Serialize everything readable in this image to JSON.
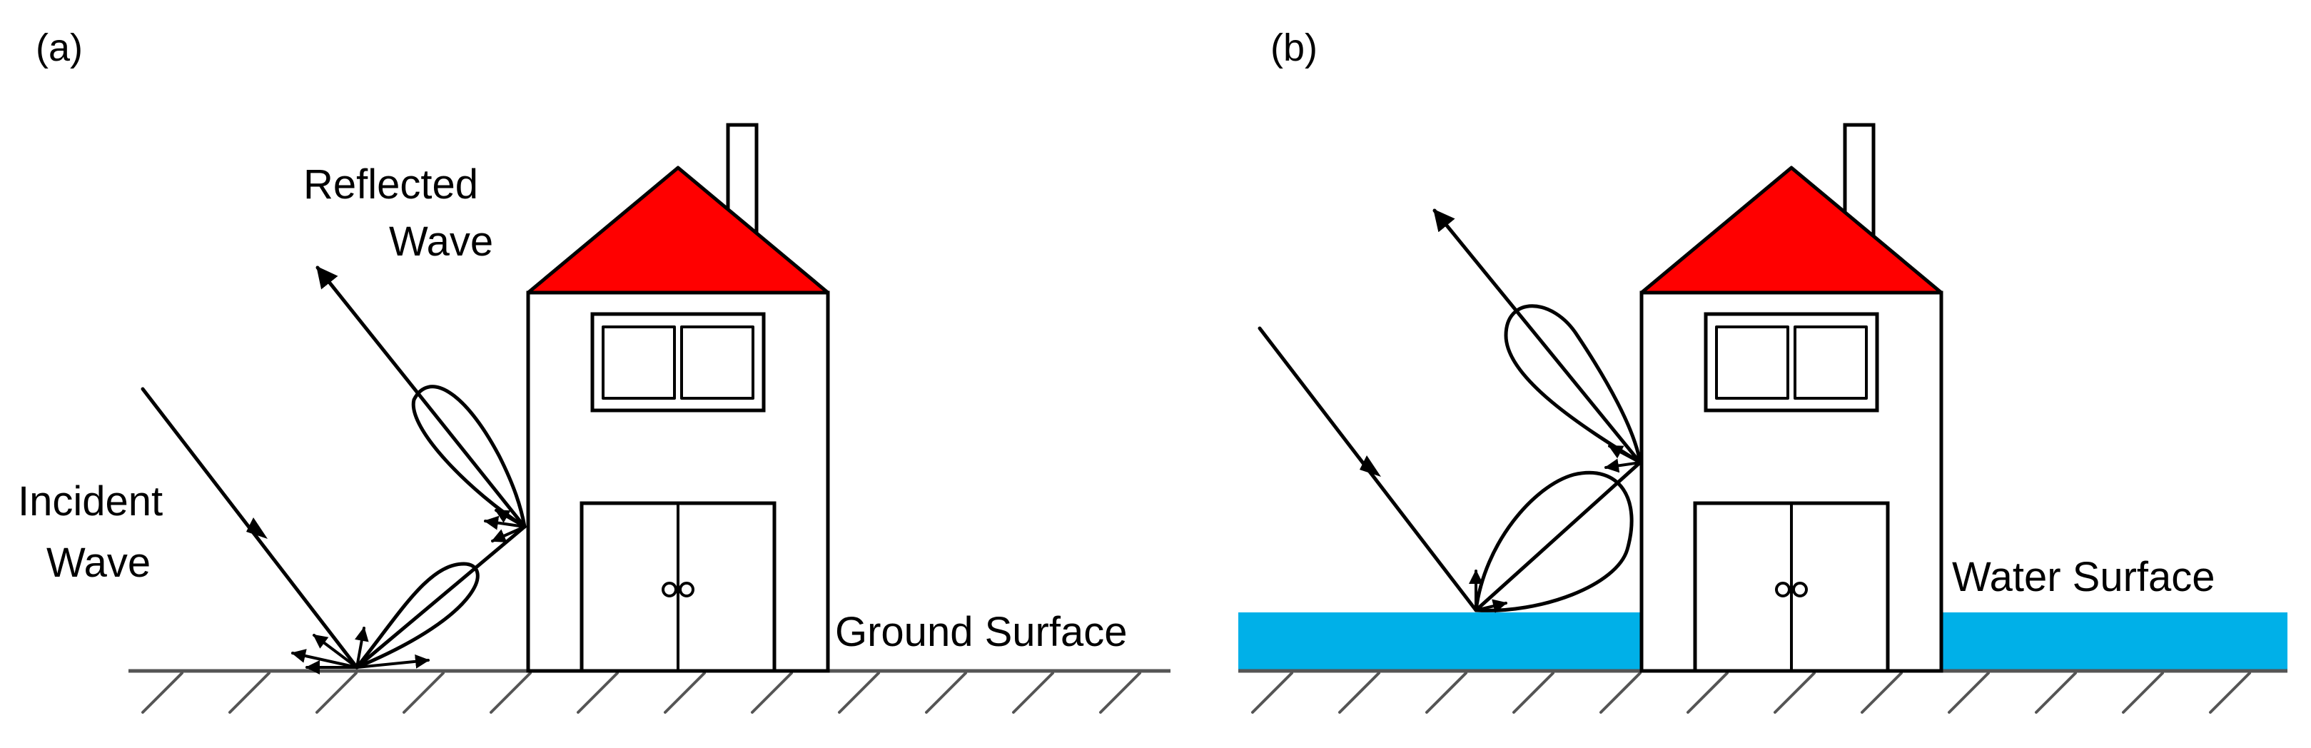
{
  "panels": [
    {
      "id": "a",
      "label": "(a)",
      "incident_label": [
        "Incident",
        "Wave"
      ],
      "reflected_label": [
        "Reflected",
        "Wave"
      ],
      "surface_label": "Ground Surface"
    },
    {
      "id": "b",
      "label": "(b)",
      "surface_label": "Water Surface"
    }
  ],
  "colors": {
    "roof": "#ff0000",
    "water": "#00b0e8",
    "ground_line": "#555555",
    "line": "#000000"
  }
}
